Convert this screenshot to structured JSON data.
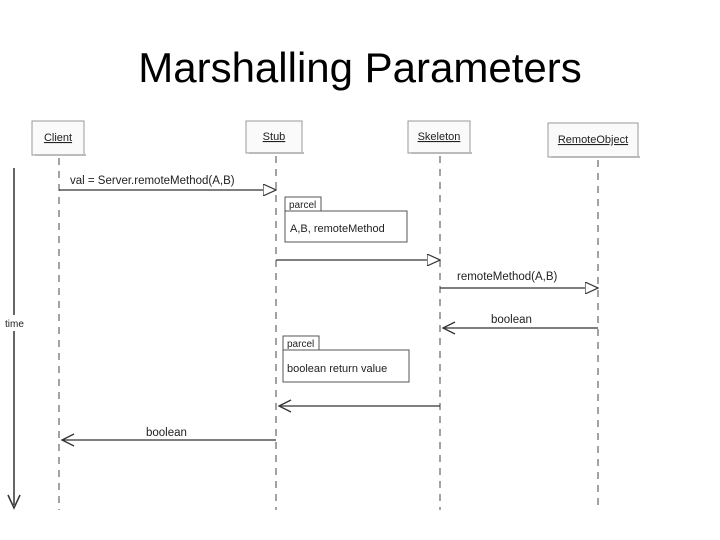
{
  "title": "Marshalling Parameters",
  "diagram": {
    "participants": [
      "Client",
      "Stub",
      "Skeleton",
      "RemoteObject"
    ],
    "time_label": "time",
    "messages": [
      {
        "from": "Client",
        "to": "Stub",
        "label": "val = Server.remoteMethod(A,B)",
        "kind": "call"
      },
      {
        "from": "Stub",
        "to": "Skeleton",
        "label": "",
        "kind": "call"
      },
      {
        "from": "Skeleton",
        "to": "RemoteObject",
        "label": "remoteMethod(A,B)",
        "kind": "call"
      },
      {
        "from": "RemoteObject",
        "to": "Skeleton",
        "label": "boolean",
        "kind": "return"
      },
      {
        "from": "Skeleton",
        "to": "Stub",
        "label": "",
        "kind": "return"
      },
      {
        "from": "Stub",
        "to": "Client",
        "label": "boolean",
        "kind": "return"
      }
    ],
    "notes": [
      {
        "tab": "parcel",
        "body": "A,B, remoteMethod"
      },
      {
        "tab": "parcel",
        "body": "boolean return value"
      }
    ]
  }
}
